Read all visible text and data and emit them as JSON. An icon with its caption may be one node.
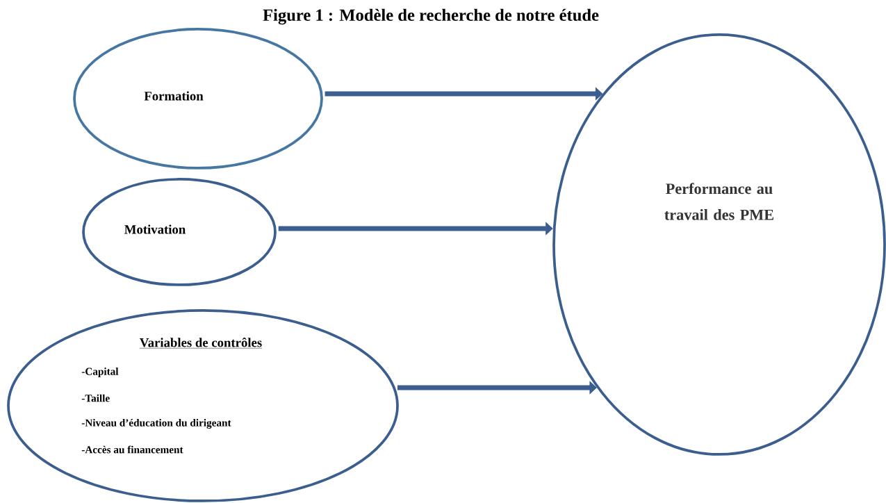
{
  "diagram": {
    "title": "Figure 1 : Modèle de recherche de notre étude",
    "nodes": [
      {
        "text": [
          "Formation"
        ]
      },
      {
        "text": [
          "Motivation"
        ]
      },
      {
        "text": [
          "Variables de contrôles",
          "-Capital",
          "-Taille",
          "-Niveau d’éducation du dirigeant",
          "-Accès au financement"
        ]
      },
      {
        "text": [
          "Performance au travail des PME"
        ]
      }
    ],
    "edges": [
      {
        "from": 0,
        "to": 3,
        "arrow": "to"
      },
      {
        "from": 1,
        "to": 3,
        "arrow": "to"
      },
      {
        "from": 2,
        "to": 3,
        "arrow": "to"
      }
    ]
  }
}
